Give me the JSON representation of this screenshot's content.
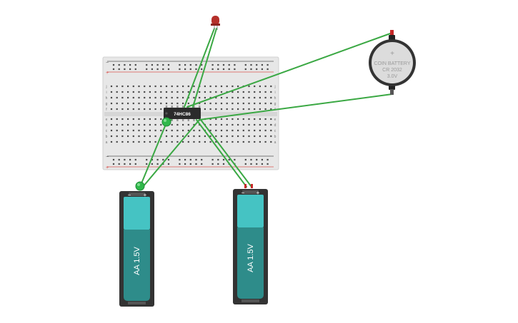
{
  "colors": {
    "background": "#ffffff",
    "breadboard": "#e7e7e7",
    "breadboard_edge": "#cfcfcf",
    "rail_red": "#d9534f",
    "rail_blue": "#555555",
    "hole": "#4a4a4a",
    "wire_green": "#3aa843",
    "chip_body": "#2b2b2b",
    "chip_text": "#ffffff",
    "battery_case": "#333333",
    "battery_cell_light": "#45c3c3",
    "battery_cell_dark": "#2e8c8a",
    "coin_cell": "#dcdcdc",
    "led_red": "#b5302a",
    "led_green": "#2fb84a"
  },
  "breadboard": {
    "rail_plus": "+",
    "rail_minus": "−",
    "row_letters_top": [
      "j",
      "i",
      "h",
      "g",
      "f"
    ],
    "row_letters_bottom": [
      "e",
      "d",
      "c",
      "b",
      "a"
    ]
  },
  "chip": {
    "label": "74HC86"
  },
  "aa_battery_left": {
    "label": "AA 1.5V",
    "minus": "−",
    "plus": "+"
  },
  "aa_battery_right": {
    "label": "AA 1.5V",
    "minus": "−",
    "plus": "+"
  },
  "coin_battery": {
    "plus": "+",
    "line1": "COIN BATTERY",
    "line2": "CR 2032",
    "line3": "3.0V"
  },
  "led_red": {
    "icon": "led-red-icon"
  },
  "led_green": {
    "icon": "led-green-icon"
  }
}
